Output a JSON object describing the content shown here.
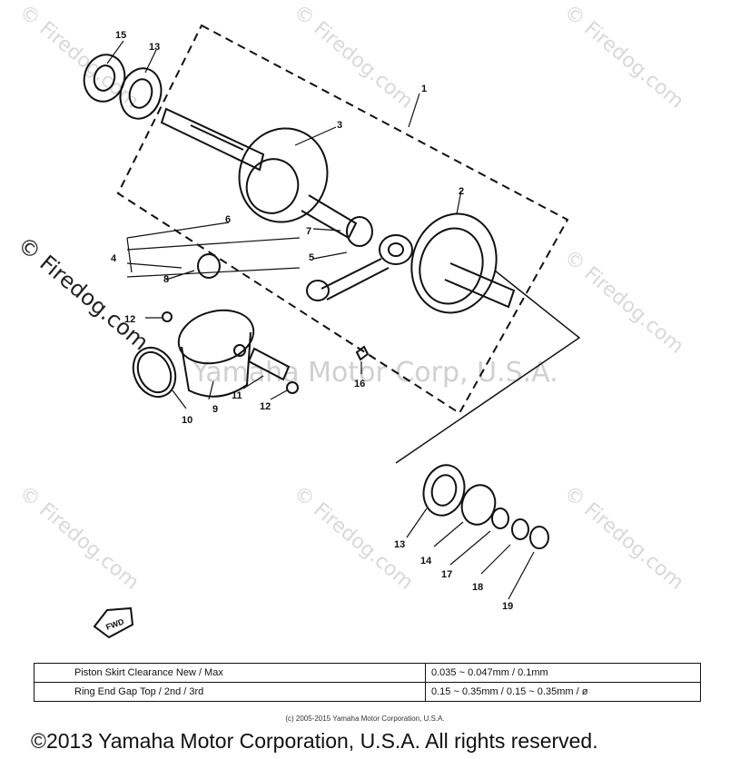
{
  "watermark": {
    "text": "© Firedog.com",
    "center_text": "Yamaha Motor Corp, U.S.A."
  },
  "callouts": [
    "1",
    "2",
    "3",
    "4",
    "5",
    "6",
    "7",
    "8",
    "9",
    "10",
    "11",
    "12",
    "12",
    "13",
    "13",
    "14",
    "15",
    "16",
    "17",
    "18",
    "19"
  ],
  "fwd_label": "FWD",
  "spec_table": {
    "rows": [
      {
        "label": "Piston Skirt Clearance New / Max",
        "value": "0.035 ~ 0.047mm / 0.1mm"
      },
      {
        "label": "Ring End Gap Top / 2nd / 3rd",
        "value": "0.15 ~ 0.35mm / 0.15 ~ 0.35mm / ø"
      }
    ]
  },
  "copyright_small": "(c) 2005-2015 Yamaha Motor Corporation, U.S.A.",
  "copyright": "©2013 Yamaha Motor Corporation, U.S.A. All rights reserved."
}
